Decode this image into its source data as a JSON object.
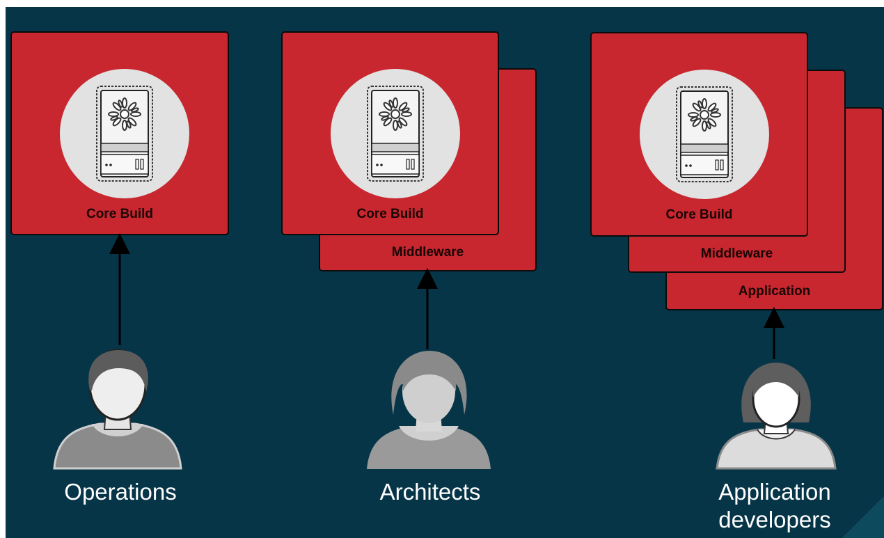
{
  "columns": [
    {
      "persona": "Operations",
      "persona_lines": [
        "Operations"
      ],
      "layers": [],
      "core": "Core Build"
    },
    {
      "persona": "Architects",
      "persona_lines": [
        "Architects"
      ],
      "layers": [
        "Middleware"
      ],
      "core": "Core Build"
    },
    {
      "persona": "Application developers",
      "persona_lines": [
        "Application",
        "developers"
      ],
      "layers": [
        "Middleware",
        "Application"
      ],
      "core": "Core Build"
    }
  ],
  "colors": {
    "background": "#073548",
    "card": "#c8272f",
    "disc": "#e2e2e2",
    "text": "#ffffff"
  },
  "icons": {
    "core": "server-gear-icon",
    "persona": "person-icon"
  }
}
